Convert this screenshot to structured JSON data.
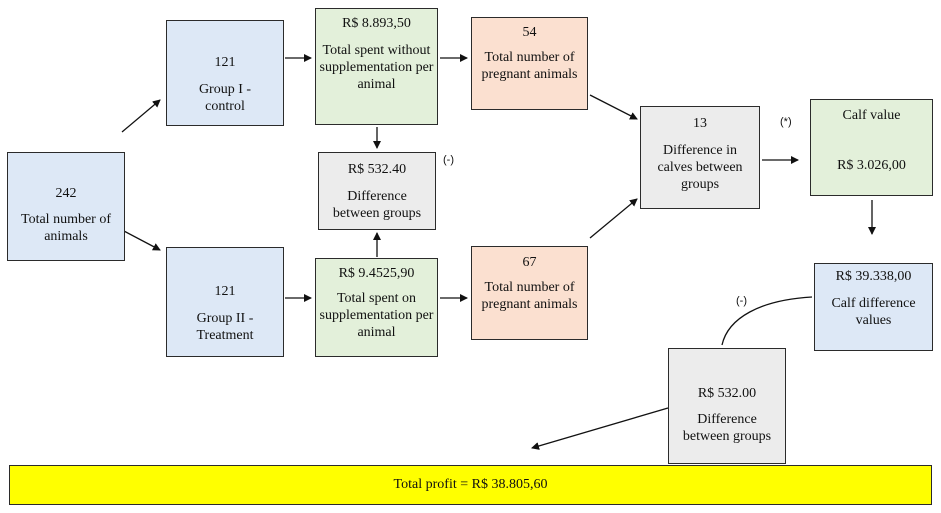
{
  "total_animals": {
    "value": "242",
    "label": "Total number of animals"
  },
  "group_control": {
    "value": "121",
    "label": "Group I - control"
  },
  "group_treatment": {
    "value": "121",
    "label": "Group II - Treatment"
  },
  "spent_without": {
    "value": "R$ 8.893,50",
    "label": "Total spent without supplementation per animal"
  },
  "spent_with": {
    "value": "R$ 9.4525,90",
    "label": "Total spent on supplementation per animal"
  },
  "diff_cost": {
    "value": "R$ 532.40",
    "label": "Difference between groups",
    "op": "(-)"
  },
  "pregnant_control": {
    "value": "54",
    "label": "Total number of pregnant animals"
  },
  "pregnant_treatment": {
    "value": "67",
    "label": "Total number of pregnant animals"
  },
  "diff_calves": {
    "value": "13",
    "label": "Difference in calves between groups",
    "op": "(*)"
  },
  "calf_value": {
    "label": "Calf value",
    "value": "R$ 3.026,00"
  },
  "calf_diff_values": {
    "value": "R$ 39.338,00",
    "label": "Calf difference values",
    "op": "(-)"
  },
  "diff_final": {
    "value": "R$ 532.00",
    "label": "Difference between groups"
  },
  "profit": {
    "label": "Total profit = R$ 38.805,60"
  }
}
